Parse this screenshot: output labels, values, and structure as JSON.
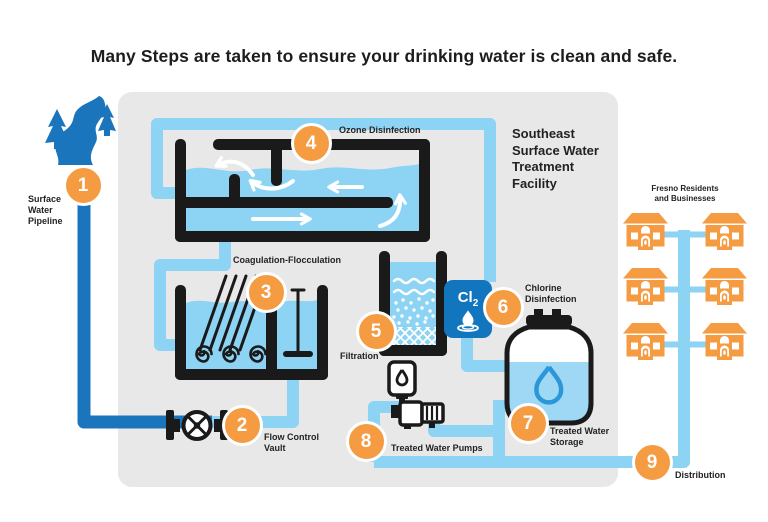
{
  "title": "Many Steps are taken to ensure your drinking water is clean and safe.",
  "facility": {
    "name": "Southeast\nSurface Water\nTreatment\nFacility"
  },
  "residents": {
    "label": "Fresno Residents\nand Businesses"
  },
  "chlorine_box": {
    "formula": "Cl",
    "subscript": "2"
  },
  "steps": [
    {
      "number": "1",
      "label": "Surface\nWater\nPipeline"
    },
    {
      "number": "2",
      "label": "Flow Control\nVault"
    },
    {
      "number": "3",
      "label": "Coagulation-Flocculation"
    },
    {
      "number": "4",
      "label": "Ozone Disinfection"
    },
    {
      "number": "5",
      "label": "Filtration"
    },
    {
      "number": "6",
      "label": "Chlorine\nDisinfection"
    },
    {
      "number": "7",
      "label": "Treated Water\nStorage"
    },
    {
      "number": "8",
      "label": "Treated Water Pumps"
    },
    {
      "number": "9",
      "label": "Distribution"
    }
  ],
  "colors": {
    "accent_orange": "#f59b42",
    "pipe_light_blue": "#8cd3f4",
    "pipe_dark_blue": "#1b75bc",
    "chlorine_box_blue": "#1276bf",
    "outline_black": "#1a1a1a",
    "panel_gray": "#e8e8e8"
  }
}
